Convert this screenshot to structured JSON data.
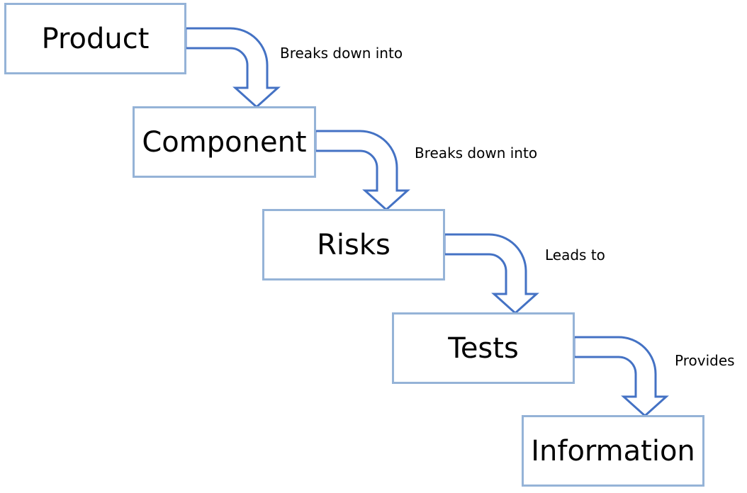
{
  "colors": {
    "box_border": "#95b3d7",
    "arrow_stroke": "#4472c4",
    "text": "#000000",
    "background": "#ffffff"
  },
  "nodes": [
    {
      "label": "Product"
    },
    {
      "label": "Component"
    },
    {
      "label": "Risks"
    },
    {
      "label": "Tests"
    },
    {
      "label": "Information"
    }
  ],
  "edges": [
    {
      "from": "Product",
      "to": "Component",
      "label": "Breaks down into"
    },
    {
      "from": "Component",
      "to": "Risks",
      "label": "Breaks down into"
    },
    {
      "from": "Risks",
      "to": "Tests",
      "label": "Leads to"
    },
    {
      "from": "Tests",
      "to": "Information",
      "label": "Provides"
    }
  ]
}
